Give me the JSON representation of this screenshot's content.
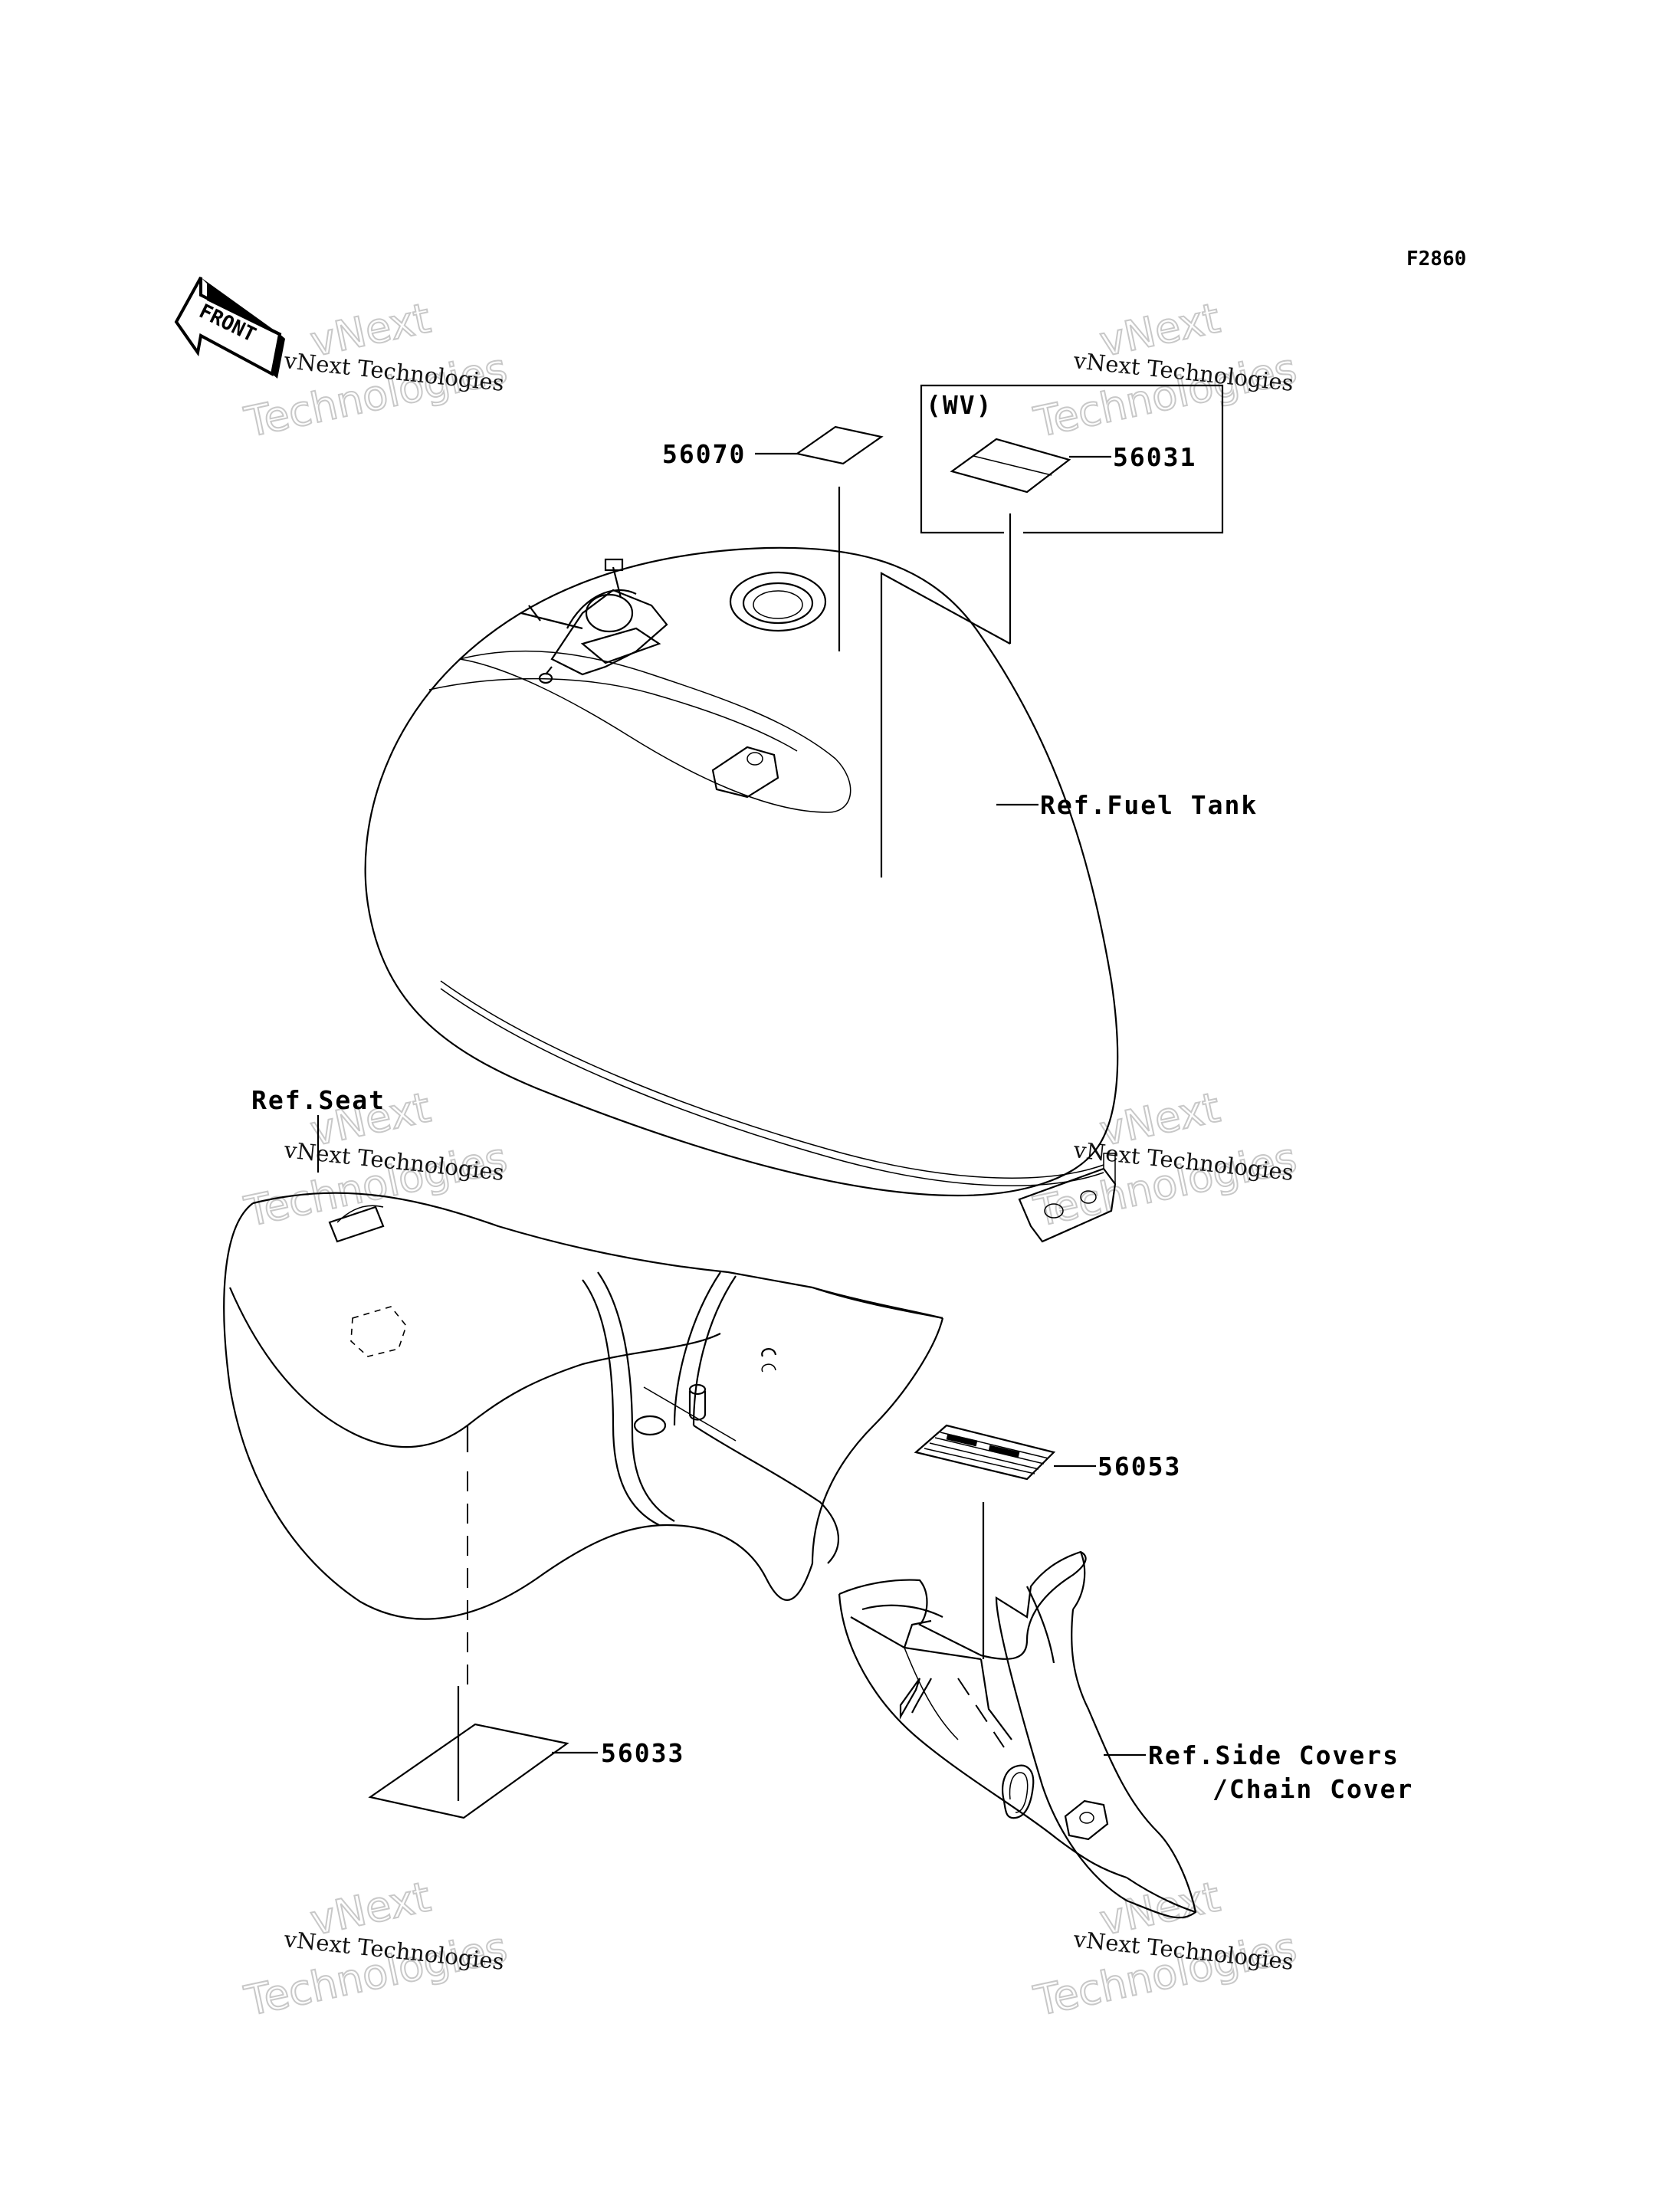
{
  "figure_code": "F2860",
  "front_arrow_label": "FRONT",
  "watermark": {
    "small_text": "vNext Technologies",
    "big_line1": "vNext",
    "big_line2": "Technologies"
  },
  "wv_box_label": "(WV)",
  "parts": {
    "p56070": "56070",
    "p56031": "56031",
    "p56053": "56053",
    "p56033": "56033"
  },
  "references": {
    "fuel_tank": "Ref.Fuel Tank",
    "seat": "Ref.Seat",
    "side_covers_line1": "Ref.Side Covers",
    "side_covers_line2": "/Chain Cover"
  }
}
